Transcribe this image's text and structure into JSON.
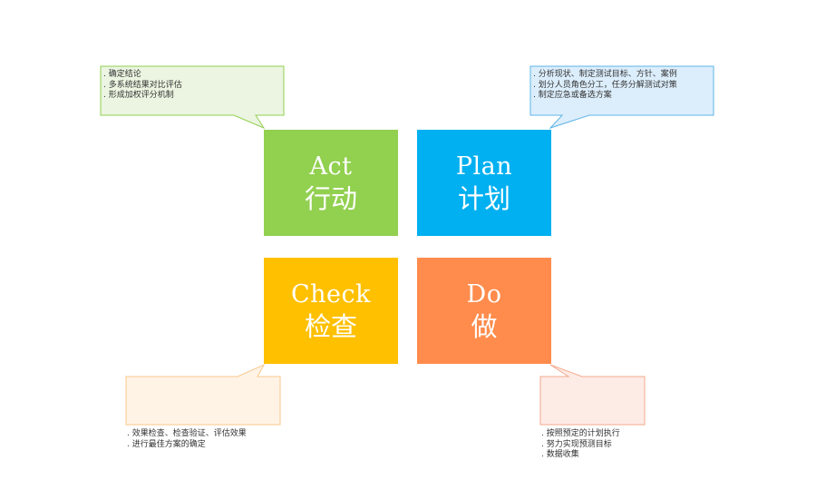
{
  "colors": {
    "act": "#92d050",
    "plan": "#00b0f0",
    "check": "#ffc000",
    "do": "#ff8c4c",
    "act_callout_fill": "#ebf5e1",
    "act_callout_border": "#92d050",
    "plan_callout_fill": "#dceefc",
    "plan_callout_border": "#5fb4e6",
    "check_callout_fill": "#fff3e6",
    "check_callout_border": "#f8c88c",
    "do_callout_fill": "#fdebe6",
    "do_callout_border": "#f4a88c"
  },
  "quadrants": {
    "act": {
      "en": "Act",
      "zh": "行动"
    },
    "plan": {
      "en": "Plan",
      "zh": "计划"
    },
    "check": {
      "en": "Check",
      "zh": "检查"
    },
    "do": {
      "en": "Do",
      "zh": "做"
    }
  },
  "notes": {
    "act": [
      "确定结论",
      "多系统结果对比评估",
      "形成加权评分机制"
    ],
    "plan": [
      "分析现状、制定测试目标、方针、案例",
      "划分人员角色分工，任务分解测试对策",
      "制定应急或备选方案"
    ],
    "check": [
      "效果检查、检查验证、评估效果",
      "进行最佳方案的确定"
    ],
    "do": [
      "按照预定的计划执行",
      "努力实现预测目标",
      "数据收集"
    ]
  }
}
